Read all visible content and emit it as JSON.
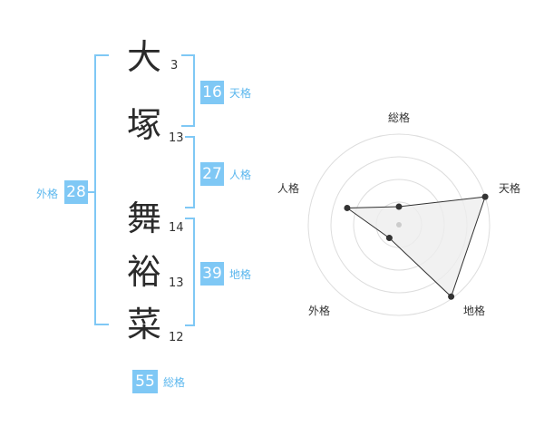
{
  "name": {
    "characters": [
      {
        "char": "大",
        "strokes": "3"
      },
      {
        "char": "塚",
        "strokes": "13"
      },
      {
        "char": "舞",
        "strokes": "14"
      },
      {
        "char": "裕",
        "strokes": "13"
      },
      {
        "char": "菜",
        "strokes": "12"
      }
    ]
  },
  "fortune": {
    "tenkaku": {
      "value": "16",
      "label": "天格"
    },
    "jinkaku": {
      "value": "27",
      "label": "人格"
    },
    "chikaku": {
      "value": "39",
      "label": "地格"
    },
    "gaikaku": {
      "value": "28",
      "label": "外格"
    },
    "soukaku": {
      "value": "55",
      "label": "総格"
    }
  },
  "radar": {
    "axes": [
      "総格",
      "天格",
      "地格",
      "外格",
      "人格"
    ],
    "values": [
      0.2,
      1.0,
      0.98,
      0.18,
      0.6
    ],
    "rings": 4,
    "colors": {
      "fill": "#eeeeee",
      "stroke": "#333333",
      "grid": "#dddddd",
      "center": "#cccccc"
    }
  },
  "colors": {
    "accent": "#7fc8f5",
    "accent_text": "#5bb7ee",
    "name_text": "#2b2b2b"
  }
}
